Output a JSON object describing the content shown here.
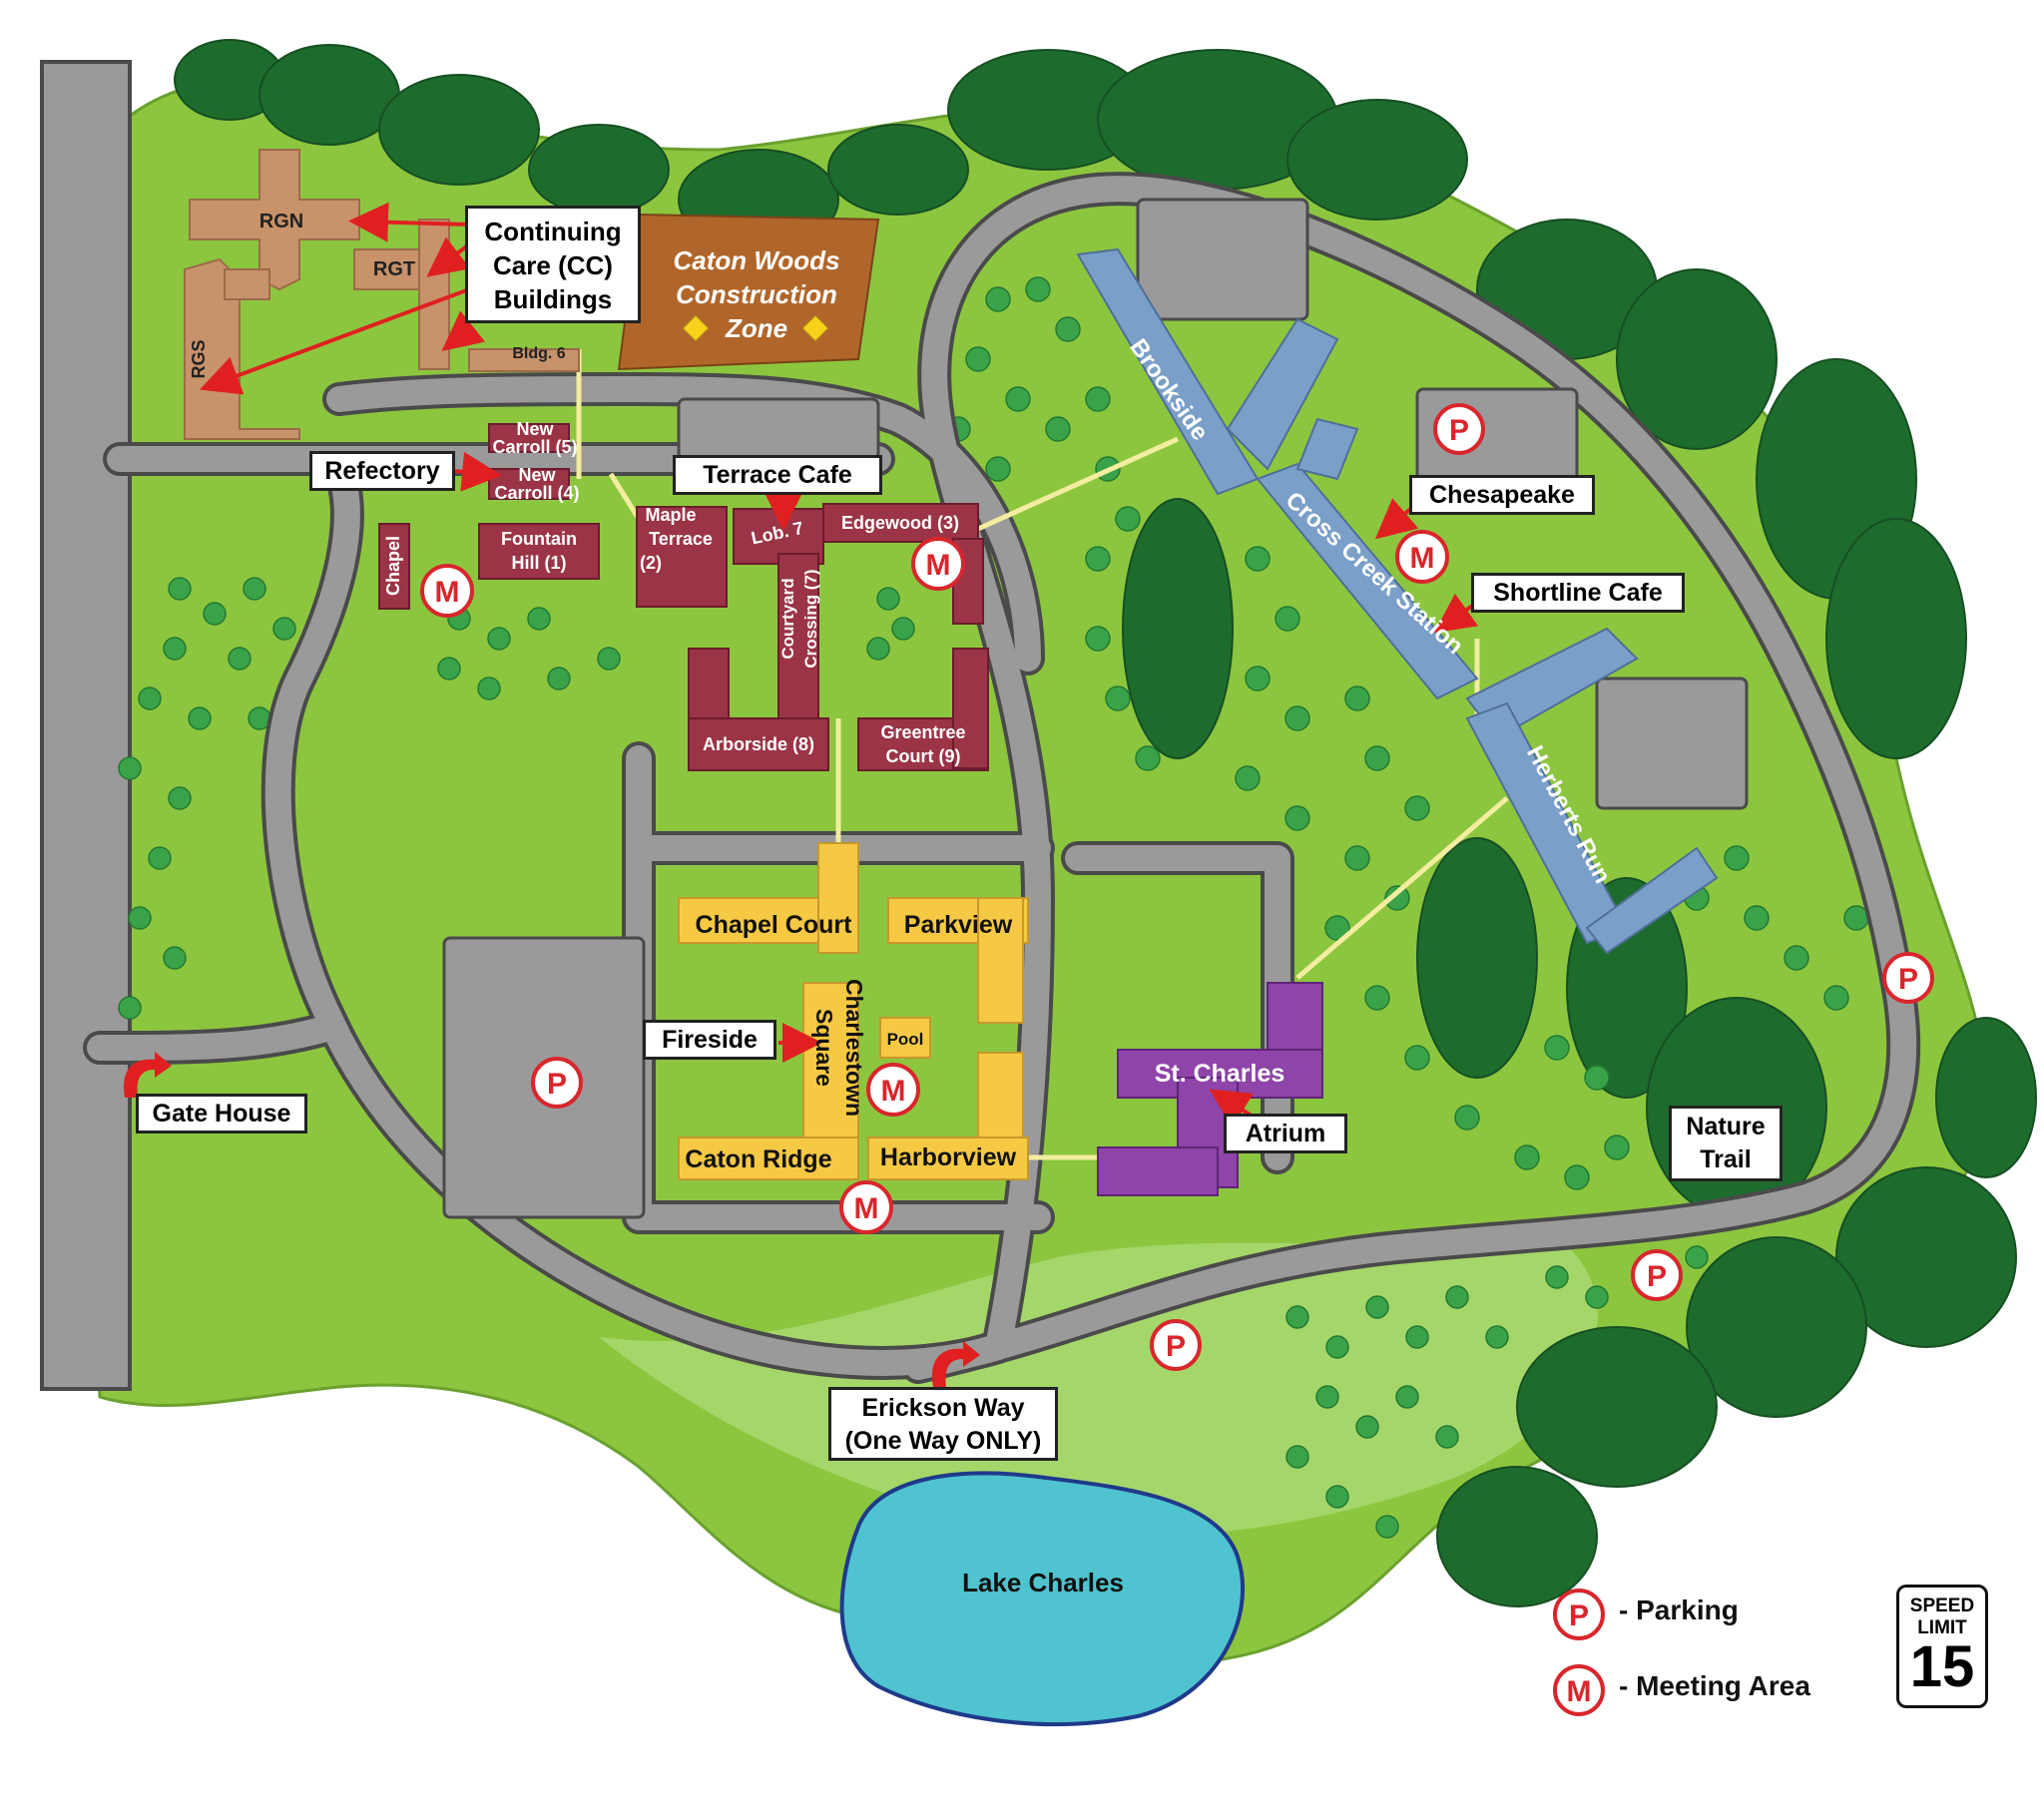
{
  "map": {
    "colors": {
      "grass": "#8cc63f",
      "grass_light": "#a5d66a",
      "forest": "#1e6b2e",
      "tree": "#3aa34a",
      "road": "#9a9a9a",
      "road_edge": "#4a4a4a",
      "lake": "#4fc3cf",
      "cc_buildings": "#c8926a",
      "maroon_buildings": "#9b3446",
      "blue_buildings": "#7a9fc8",
      "yellow_buildings": "#f6c945",
      "purple_buildings": "#8e44a8",
      "construction": "#b0662a",
      "marker_red": "#d9262c",
      "arrow_red": "#e02020",
      "walkway": "#f3eda0"
    },
    "labels": {
      "continuing_care": [
        "Continuing",
        "Care (CC)",
        "Buildings"
      ],
      "refectory": "Refectory",
      "terrace_cafe": "Terrace Cafe",
      "chesapeake": "Chesapeake",
      "shortline_cafe": "Shortline Cafe",
      "fireside": "Fireside",
      "atrium": "Atrium",
      "gate_house": "Gate House",
      "erickson_way": [
        "Erickson Way",
        "(One Way ONLY)"
      ],
      "nature_trail": [
        "Nature",
        "Trail"
      ]
    },
    "buildings": {
      "rgn": "RGN",
      "rgt": "RGT",
      "rgs": "RGS",
      "bldg6": "Bldg. 6",
      "construction": [
        "Caton Woods",
        "Construction",
        "Zone"
      ],
      "new_carroll_5": [
        "New",
        "Carroll (5)"
      ],
      "new_carroll_4": [
        "New",
        "Carroll (4)"
      ],
      "chapel": "Chapel",
      "fountain_hill": [
        "Fountain",
        "Hill (1)"
      ],
      "maple_terrace": [
        "Maple",
        "Terrace",
        "(2)"
      ],
      "lob7": "Lob. 7",
      "edgewood": "Edgewood (3)",
      "courtyard_crossing": [
        "Courtyard",
        "Crossing (7)"
      ],
      "arborside": "Arborside (8)",
      "greentree": [
        "Greentree",
        "Court (9)"
      ],
      "brookside": "Brookside",
      "cross_creek": "Cross Creek Station",
      "herberts_run": "Herberts Run",
      "chapel_court": "Chapel Court",
      "parkview": "Parkview",
      "charlestown_square": [
        "Charlestown",
        "Square"
      ],
      "pool": "Pool",
      "caton_ridge": "Caton Ridge",
      "harborview": "Harborview",
      "st_charles": "St. Charles",
      "lake_charles": "Lake Charles"
    },
    "markers": {
      "parking_letter": "P",
      "meeting_letter": "M"
    }
  },
  "legend": {
    "parking": "- Parking",
    "meeting": "- Meeting Area"
  },
  "speed_limit": {
    "line1": "SPEED",
    "line2": "LIMIT",
    "value": "15"
  }
}
